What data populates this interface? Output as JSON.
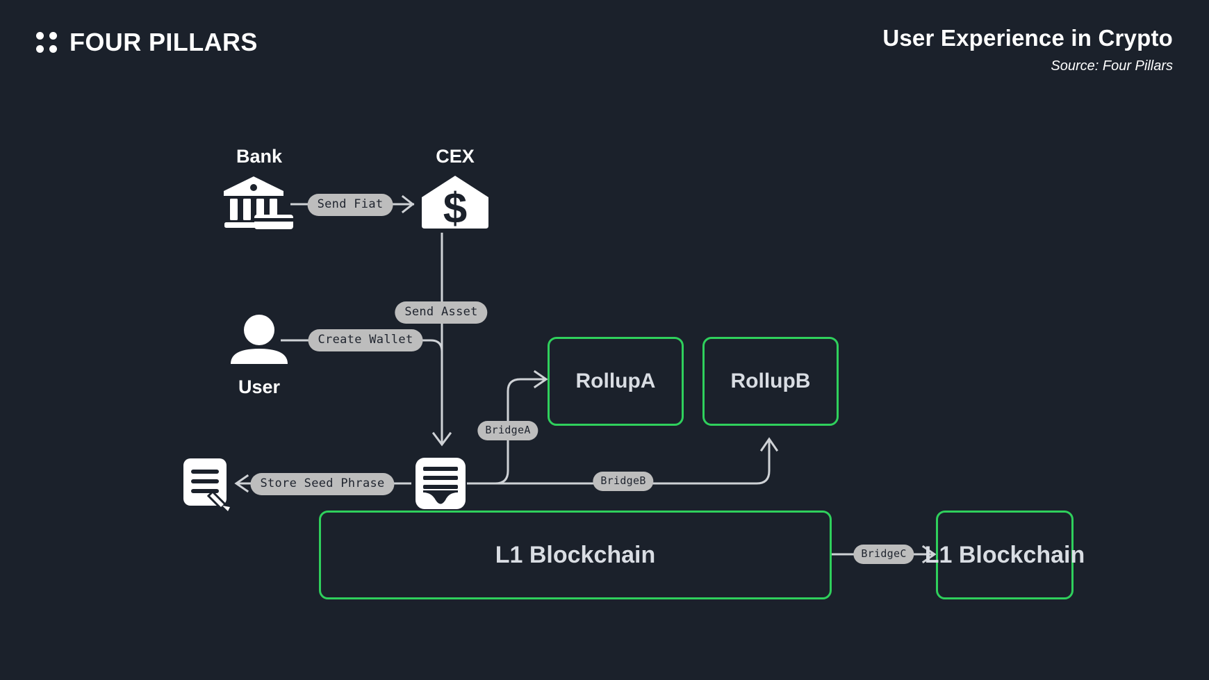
{
  "brand": {
    "name": "FOUR PILLARS",
    "logo_icon": "four-dots-icon"
  },
  "header": {
    "title": "User Experience in Crypto",
    "source": "Source: Four Pillars"
  },
  "theme": {
    "background": "#1b212b",
    "accent_green": "#2fd05c",
    "edge_gray": "#cfd2d6",
    "pill_bg": "#bdbdbd",
    "pill_text": "#1f242e",
    "icon_white": "#ffffff",
    "box_text": "#d9dde3"
  },
  "diagram": {
    "type": "flow-diagram",
    "nodes": [
      {
        "id": "bank",
        "label": "Bank",
        "icon": "bank-building-icon",
        "label_position": "above"
      },
      {
        "id": "cex",
        "label": "CEX",
        "icon": "exchange-dollar-icon",
        "label_position": "above"
      },
      {
        "id": "user",
        "label": "User",
        "icon": "user-avatar-icon",
        "label_position": "below"
      },
      {
        "id": "wallet",
        "label": "",
        "icon": "wallet-icon",
        "label_position": "none"
      },
      {
        "id": "seed",
        "label": "",
        "icon": "note-pencil-icon",
        "label_position": "none"
      },
      {
        "id": "rollupA",
        "label": "RollupA",
        "icon": "",
        "label_position": "inside"
      },
      {
        "id": "rollupB",
        "label": "RollupB",
        "icon": "",
        "label_position": "inside"
      },
      {
        "id": "l1a",
        "label": "L1 Blockchain",
        "icon": "",
        "label_position": "inside"
      },
      {
        "id": "l1b",
        "label": "L1 Blockchain",
        "icon": "",
        "label_position": "inside"
      }
    ],
    "edges": [
      {
        "id": "e1",
        "from": "bank",
        "to": "cex",
        "label": "Send Fiat"
      },
      {
        "id": "e2",
        "from": "user",
        "to": "wallet",
        "label": "Create Wallet"
      },
      {
        "id": "e3",
        "from": "cex",
        "to": "wallet",
        "label": "Send Asset"
      },
      {
        "id": "e4",
        "from": "wallet",
        "to": "seed",
        "label": "Store Seed Phrase"
      },
      {
        "id": "e5",
        "from": "wallet",
        "to": "rollupA",
        "label": "BridgeA"
      },
      {
        "id": "e6",
        "from": "wallet",
        "to": "rollupB",
        "label": "BridgeB"
      },
      {
        "id": "e7",
        "from": "l1a",
        "to": "l1b",
        "label": "BridgeC"
      }
    ]
  }
}
